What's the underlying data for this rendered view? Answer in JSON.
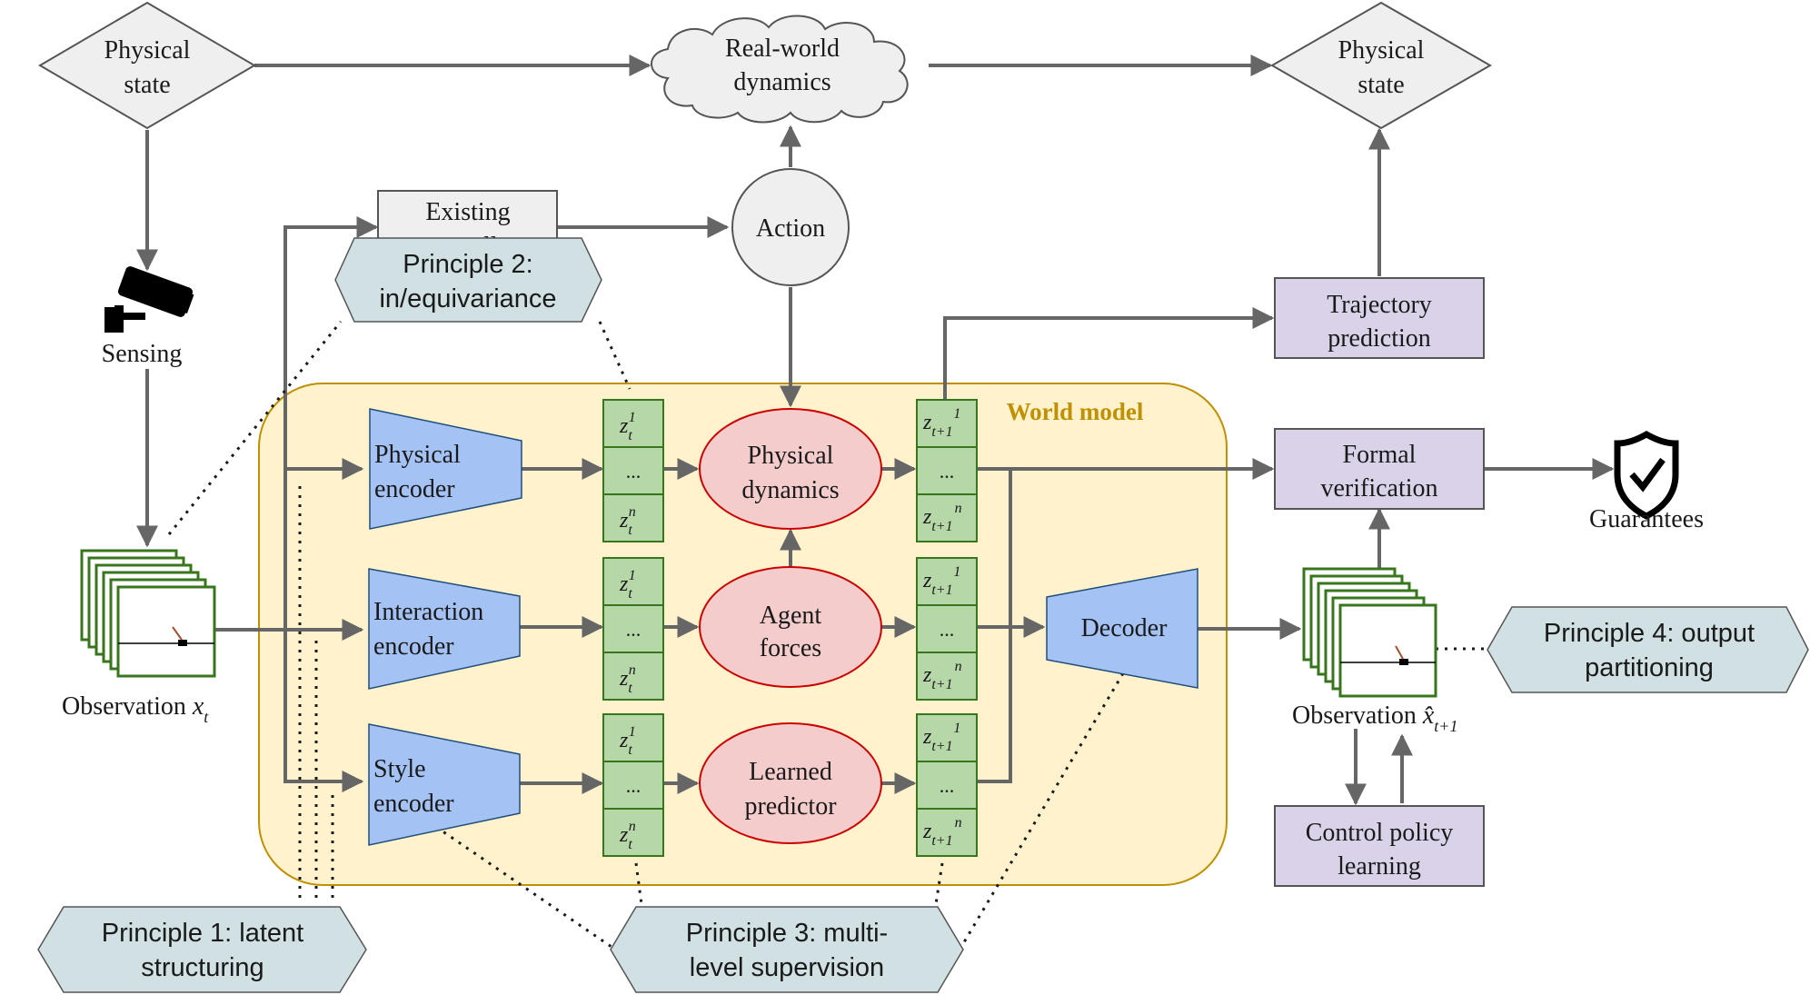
{
  "nodes": {
    "physical_state_in": [
      "Physical",
      "state"
    ],
    "real_world_dynamics": [
      "Real-world",
      "dynamics"
    ],
    "physical_state_out": [
      "Physical",
      "state"
    ],
    "existing_controller": [
      "Existing",
      "controller"
    ],
    "action": "Action",
    "sensing": "Sensing",
    "trajectory_prediction": [
      "Trajectory",
      "prediction"
    ],
    "formal_verification": [
      "Formal",
      "verification"
    ],
    "guarantees": "Guarantees",
    "control_policy_learning": [
      "Control policy",
      "learning"
    ],
    "world_model": "World model",
    "physical_encoder": [
      "Physical",
      "encoder"
    ],
    "interaction_encoder": [
      "Interaction",
      "encoder"
    ],
    "style_encoder": [
      "Style",
      "encoder"
    ],
    "physical_dynamics": [
      "Physical",
      "dynamics"
    ],
    "agent_forces": [
      "Agent",
      "forces"
    ],
    "learned_predictor": [
      "Learned",
      "predictor"
    ],
    "decoder": "Decoder",
    "observation_in": {
      "text": "Observation ",
      "var": "x",
      "sub": "t"
    },
    "observation_out": {
      "text": "Observation ",
      "var": "x̂",
      "sub": "t+1"
    },
    "latent_t": {
      "top_var": "z",
      "top_sub": "t",
      "top_sup": "1",
      "mid": "...",
      "bot_var": "z",
      "bot_sub": "t",
      "bot_sup": "n"
    },
    "latent_t1": {
      "top_var": "z",
      "top_sub": "t+1",
      "top_sup": "1",
      "mid": "...",
      "bot_var": "z",
      "bot_sub": "t+1",
      "bot_sup": "n"
    }
  },
  "principles": {
    "p1": [
      "Principle 1: latent",
      "structuring"
    ],
    "p2": [
      "Principle 2:",
      "in/equivariance"
    ],
    "p3": [
      "Principle 3: multi-",
      "level supervision"
    ],
    "p4": [
      "Principle 4: output",
      "partitioning"
    ]
  },
  "colors": {
    "encoder_fill": "#a4c2f4",
    "dynamics_fill": "#f4cccc",
    "dynamics_stroke": "#cc0000",
    "latent_fill": "#b6d7a8",
    "latent_stroke": "#38761d",
    "world_model_fill": "#fff2cc",
    "world_model_stroke": "#bf9000",
    "world_model_label": "#bf9000",
    "output_fill": "#d9d2e9",
    "principle_fill": "#d0e0e3",
    "gray_fill": "#efefef",
    "arrow": "#666666",
    "frame_stroke": "#38761d"
  },
  "icons": [
    "camera-icon",
    "shield-check-icon"
  ]
}
